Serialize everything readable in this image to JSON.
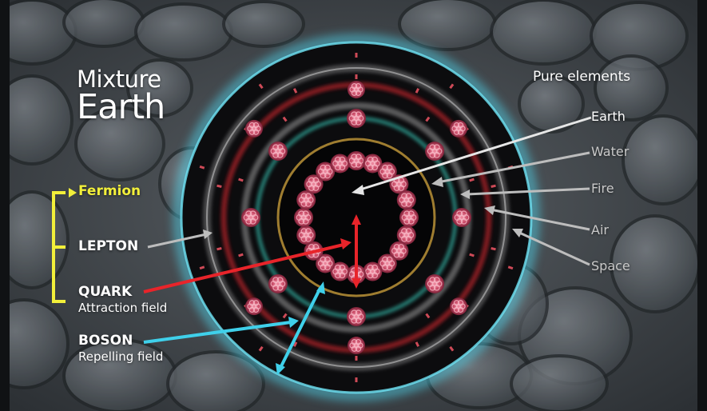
{
  "title": {
    "line1": "Mixture",
    "line2": "Earth"
  },
  "pure_heading": "Pure elements",
  "elements": [
    "Earth",
    "Water",
    "Fire",
    "Air",
    "Space"
  ],
  "particles": {
    "fermion": "Fermion",
    "lepton": "LEPTON",
    "quark": "QUARK",
    "quark_sub": "Attraction field",
    "boson": "BOSON",
    "boson_sub": "Repelling field"
  },
  "colors": {
    "fermion": "#f2ef3a",
    "quark": "#e8242a",
    "boson": "#3fd0ea",
    "glow": "#4fd8f0",
    "ring_red": "#8a1a22",
    "ring_teal": "#2a8f84",
    "ring_gold": "#b08a34",
    "particle": "#d0506a"
  }
}
